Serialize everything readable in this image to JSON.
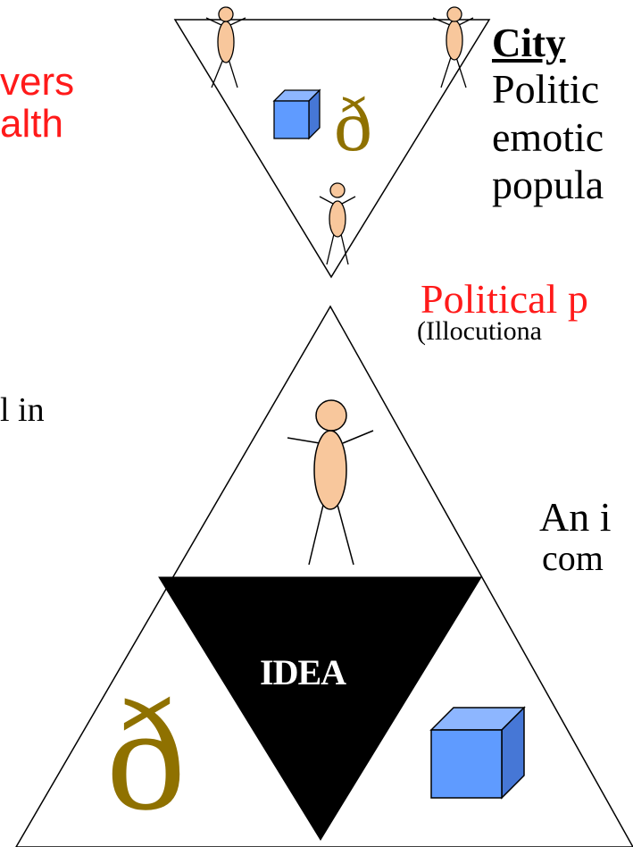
{
  "colors": {
    "red_text": "#ff1a1a",
    "dark_text": "#000000",
    "eth_glyph": "#8f7100",
    "person_fill": "#f8c79c",
    "cube_front": "#5f9bff",
    "cube_top": "#8db6ff",
    "cube_side": "#4677d6",
    "idea_fill": "#000000",
    "idea_text": "#ffffff"
  },
  "left": {
    "red_line_1": "vers",
    "red_line_2": "alth",
    "text_fragment": "l in"
  },
  "right": {
    "city_heading": "City",
    "city_line_1": "Politic",
    "city_line_2": "emotic",
    "city_line_3": "popula",
    "political_heading": "Political p",
    "political_sub": "(Illocutiona",
    "idea_line_1": "An i",
    "idea_line_2": "com"
  },
  "diagram": {
    "idea_label": "IDEA",
    "eth_glyph": "ð"
  }
}
